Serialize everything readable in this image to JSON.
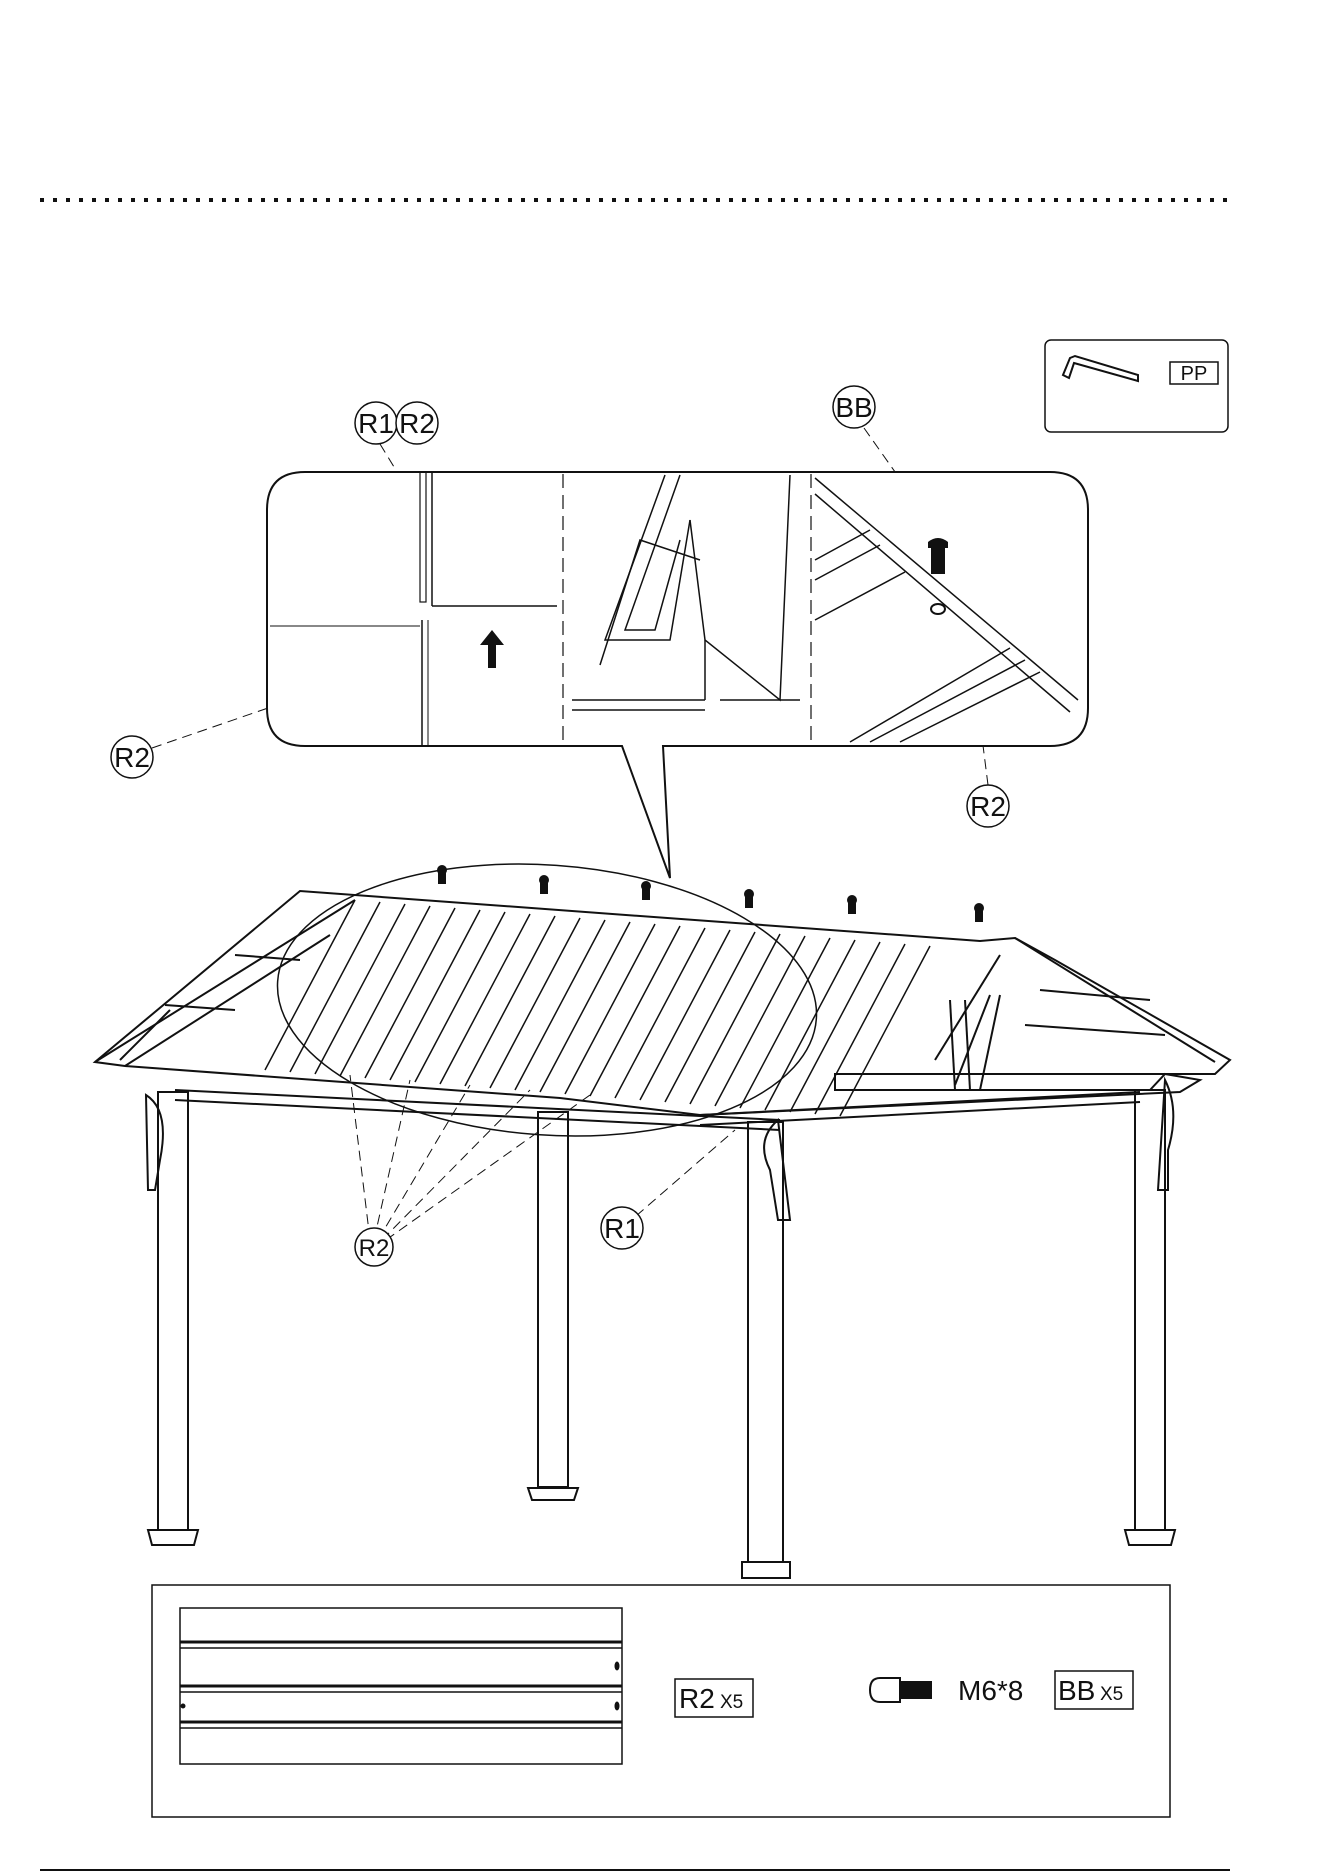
{
  "callouts": {
    "r1_inset": "R1",
    "r2_inset": "R2",
    "bb_inset": "BB",
    "r2_left": "R2",
    "r2_right": "R2",
    "r2_bottom": "R2",
    "r1_bottom": "R1"
  },
  "tool": {
    "code": "PP",
    "icon": "allen-key-icon"
  },
  "parts": [
    {
      "code": "R2",
      "qty": "X5",
      "icon": "roof-panel-icon"
    },
    {
      "code": "BB",
      "qty": "X5",
      "spec": "M6*8",
      "icon": "bolt-icon"
    }
  ]
}
